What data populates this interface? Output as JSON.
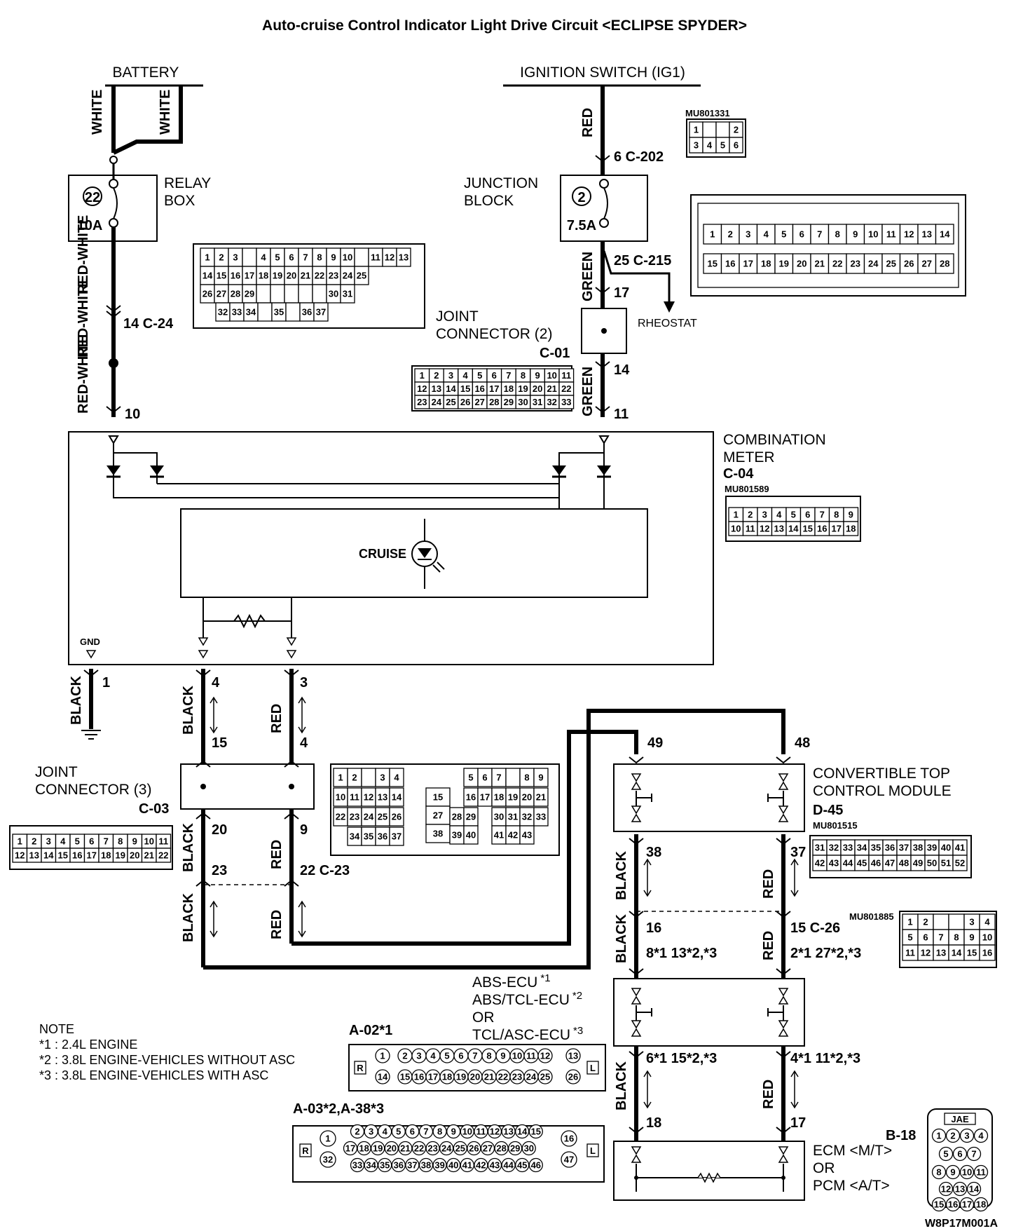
{
  "title": "Auto-cruise Control Indicator Light Drive Circuit <ECLIPSE SPYDER>",
  "figure_code": "W8P17M001A",
  "sources": {
    "battery": "BATTERY",
    "ignition": "IGNITION SWITCH (IG1)"
  },
  "wire_colors": {
    "white": "WHITE",
    "red_white": "RED-WHITE",
    "red": "RED",
    "green": "GREEN",
    "black": "BLACK"
  },
  "relay_box": {
    "label": "RELAY BOX",
    "line1": "RELAY",
    "line2": "BOX",
    "fuse_no": "22",
    "fuse_rating": "10A"
  },
  "junction_block": {
    "line1": "JUNCTION",
    "line2": "BLOCK",
    "fuse_no": "2",
    "fuse_rating": "7.5A",
    "connector": "6 C-202"
  },
  "rheostat": {
    "label": "RHEOSTAT",
    "connector": "25 C-215"
  },
  "joint_connector_2": {
    "line1": "JOINT",
    "line2": "CONNECTOR (2)",
    "code": "C-01",
    "pin_in": "17",
    "pin_out": "14"
  },
  "joint_connector_3": {
    "line1": "JOINT",
    "line2": "CONNECTOR (3)",
    "code": "C-03"
  },
  "combination_meter": {
    "line1": "COMBINATION",
    "line2": "METER",
    "code": "C-04",
    "part": "MU801589",
    "lamp": "CRUISE",
    "gnd": "GND",
    "pin_battery": "10",
    "pin_ig": "11",
    "pin_gnd": "1",
    "pin_a": "4",
    "pin_b": "3"
  },
  "convertible_top": {
    "line1": "CONVERTIBLE TOP",
    "line2": "CONTROL MODULE",
    "code": "D-45",
    "part": "MU801515",
    "pin_left": "49",
    "pin_right": "48",
    "pin_out_left": "38",
    "pin_out_right": "37"
  },
  "abs_ecu": {
    "line1": "ABS-ECU",
    "line2": "ABS/TCL-ECU",
    "line3": "OR",
    "line4": "TCL/ASC-ECU",
    "sup1": "*1",
    "sup2": "*2",
    "sup3": "*3"
  },
  "ecm": {
    "line1": "ECM <M/T>",
    "line2": "OR",
    "line3": "PCM <A/T>",
    "pin_left": "18",
    "pin_right": "17"
  },
  "connector_pins": {
    "c24": "14 C-24",
    "c202_part": "MU801331",
    "c03_in_a": "15",
    "c03_in_b": "4",
    "c03_out_a": "20",
    "c03_out_b": "9",
    "c23_a": "23",
    "c23_b": "22 C-23",
    "c26_a": "16",
    "c26_b": "15 C-26",
    "c26_part": "MU801885",
    "c26_a2": "8*1 13*2,*3",
    "c26_b2": "2*1 27*2,*3",
    "abs_a": "6*1 15*2,*3",
    "abs_b": "4*1 11*2,*3"
  },
  "connectors": {
    "a02": "A-02*1",
    "a03": "A-03*2,A-38*3",
    "b18": "B-18",
    "jae": "JAE",
    "left_marker": "R",
    "right_marker": "L"
  },
  "note": {
    "heading": "NOTE",
    "items": [
      "*1 : 2.4L ENGINE",
      "*2 : 3.8L ENGINE-VEHICLES WITHOUT ASC",
      "*3 : 3.8L ENGINE-VEHICLES WITH ASC"
    ]
  }
}
